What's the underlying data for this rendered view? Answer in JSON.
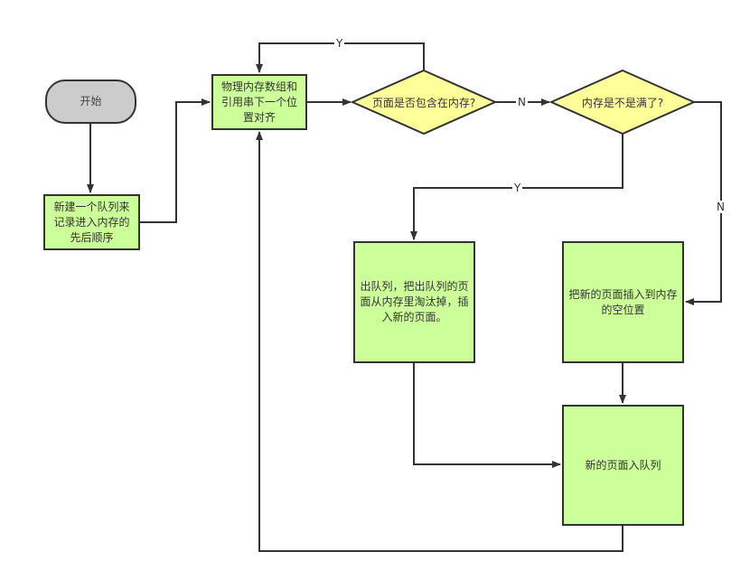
{
  "nodes": {
    "start": "开始",
    "new_queue": "新建一个队列来记录进入内存的先后顺序",
    "align": "物理内存数组和引用串下一个位置对齐",
    "page_in_memory": "页面是否包含在内存?",
    "memory_full": "内存是不是满了?",
    "dequeue_replace": "出队列，把出队列的页面从内存里淘汰掉，插入新的页面。",
    "insert_empty": "把新的页面插入到内存的空位置",
    "enqueue": "新的页面入队列"
  },
  "edge_labels": {
    "loop_y": "Y",
    "page_n": "N",
    "full_y": "Y",
    "full_n": "N"
  },
  "colors": {
    "process_fill": "#ccff99",
    "decision_fill": "#ffff99",
    "start_fill": "#cccccc",
    "stroke": "#333333"
  }
}
